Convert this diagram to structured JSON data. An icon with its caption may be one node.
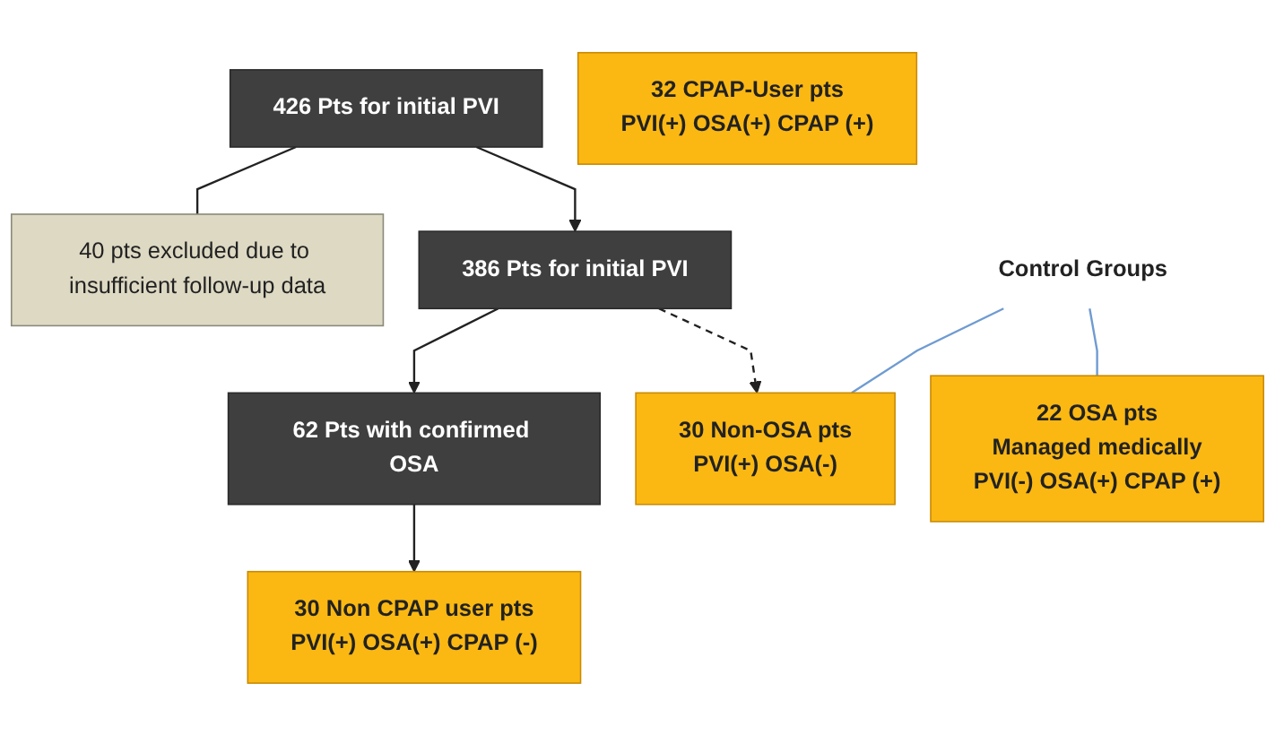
{
  "diagram": {
    "nodes": [
      {
        "text": [
          "426 Pts for initial PVI"
        ]
      },
      {
        "text": [
          "40 pts excluded due to insufficient follow-up data"
        ]
      },
      {
        "text": [
          "386 Pts for initial PVI"
        ]
      },
      {
        "text": [
          "62 Pts with confirmed OSA"
        ]
      },
      {
        "text": [
          "Control Groups"
        ]
      },
      {
        "text": [
          "32 CPAP-User pts",
          "PVI(+) OSA(+) CPAP (+)"
        ]
      },
      {
        "text": [
          "30 Non CPAP user pts",
          "PVI(+) OSA(+) CPAP (-)"
        ]
      },
      {
        "text": [
          "30 Non-OSA pts",
          "PVI(+) OSA(-)"
        ]
      },
      {
        "text": [
          "22 OSA pts",
          "Managed medically",
          "PVI(-) OSA(+) CPAP (+)"
        ]
      }
    ],
    "edges": [
      {
        "from": 0,
        "to": 2,
        "arrow": "to"
      },
      {
        "from": 0,
        "to": 1,
        "arrow": "none"
      },
      {
        "from": 2,
        "to": 3,
        "arrow": "to"
      },
      {
        "from": 3,
        "to": 6,
        "arrow": "to"
      },
      {
        "from": 2,
        "to": 7,
        "arrow": "to",
        "style": "dashed"
      },
      {
        "from": 4,
        "to": 7,
        "arrow": "none",
        "color": "#6f9bd1"
      },
      {
        "from": 4,
        "to": 8,
        "arrow": "none",
        "color": "#6f9bd1"
      }
    ]
  }
}
